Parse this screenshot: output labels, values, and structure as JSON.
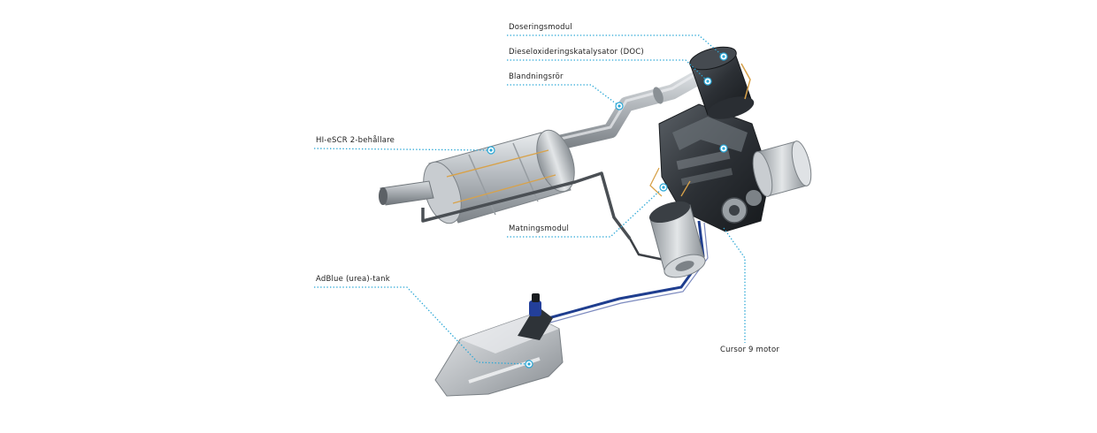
{
  "labels": {
    "doseringsmodul": "Doseringsmodul",
    "doc": "Dieseloxideringskatalysator (DOC)",
    "blandningsror": "Blandningsrör",
    "hi_escr": "HI-eSCR 2-behållare",
    "matningsmodul": "Matningsmodul",
    "adblue": "AdBlue (urea)-tank",
    "cursor9": "Cursor 9 motor"
  },
  "colors": {
    "accent": "#2aa7d6",
    "adblue_line": "#1f3e8f",
    "label_text": "#222222",
    "metal": "#b9bec3",
    "engine": "#3a3f45"
  }
}
